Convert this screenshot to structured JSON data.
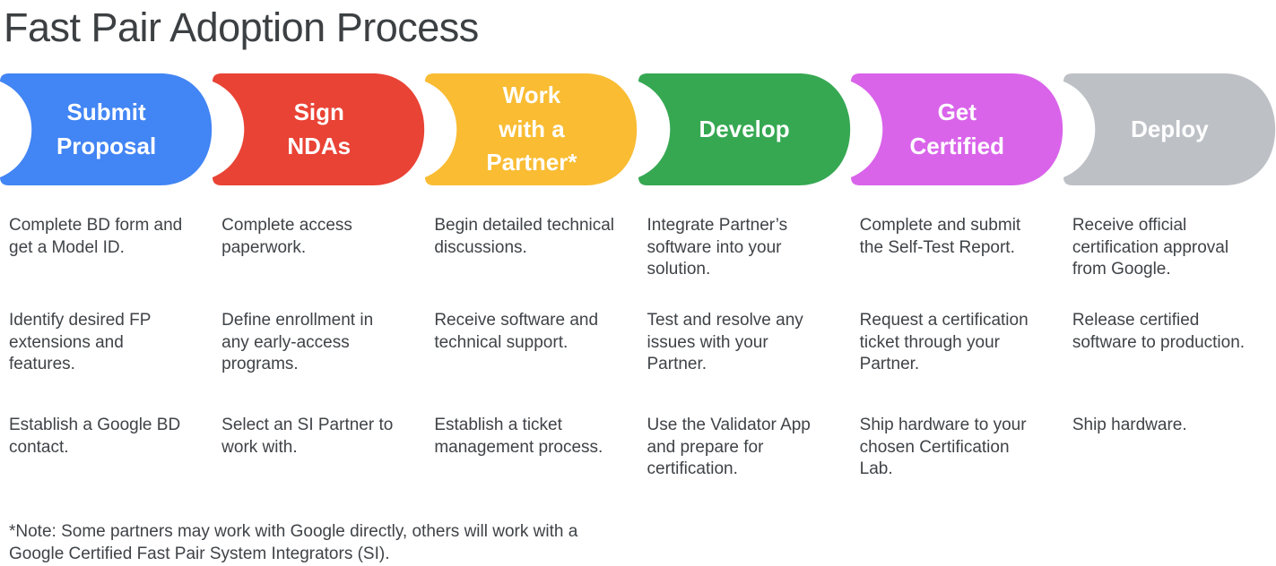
{
  "page": {
    "title": "Fast Pair Adoption Process",
    "note": "*Note: Some partners may work with Google directly, others will work with a\nGoogle Certified Fast Pair System Integrators (SI)."
  },
  "stages": [
    {
      "name": "submit-proposal",
      "label": "Submit\nProposal",
      "color": "#4285F4",
      "steps": [
        "Complete BD form and get a Model ID.",
        "Identify desired FP extensions and features.",
        "Establish a Google BD contact."
      ]
    },
    {
      "name": "sign-ndas",
      "label": "Sign\nNDAs",
      "color": "#E94335",
      "steps": [
        "Complete access paperwork.",
        "Define enrollment in any early-access programs.",
        "Select an SI Partner to work with."
      ]
    },
    {
      "name": "work-with-a-partner",
      "label": "Work\nwith a\nPartner*",
      "color": "#F9BC33",
      "steps": [
        "Begin detailed technical discussions.",
        "Receive software and technical support.",
        "Establish a ticket management process."
      ]
    },
    {
      "name": "develop",
      "label": "Develop",
      "color": "#36A852",
      "steps": [
        "Integrate Partner’s software into your solution.",
        "Test and resolve any issues with your Partner.",
        "Use the Validator App and prepare for certification."
      ]
    },
    {
      "name": "get-certified",
      "label": "Get\nCertified",
      "color": "#D964EA",
      "steps": [
        "Complete and submit the Self-Test Report.",
        "Request a certification ticket through your Partner.",
        "Ship hardware to your chosen Certification Lab."
      ]
    },
    {
      "name": "deploy",
      "label": "Deploy",
      "color": "#BDC1C6",
      "steps": [
        "Receive official certification approval from Google.",
        "Release certified software to production.",
        "Ship hardware."
      ]
    }
  ]
}
